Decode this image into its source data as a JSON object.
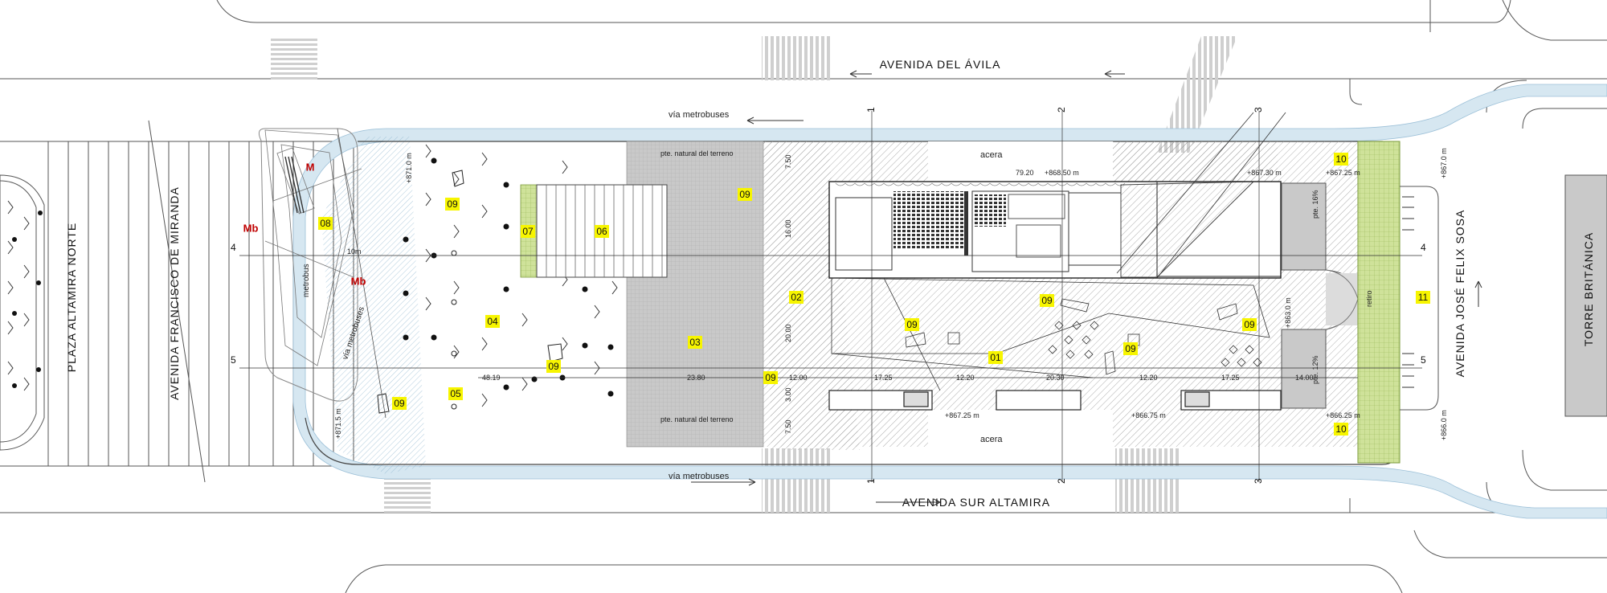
{
  "streets": {
    "top": "AVENIDA DEL ÁVILA",
    "bottom": "AVENIDA SUR ALTAMIRA",
    "left_avenue": "AVENIDA FRANCISCO DE MIRANDA",
    "left_plaza": "PLAZA ALTAMIRA NORTE",
    "right_avenue": "AVENIDA JOSÉ FELIX SOSA",
    "right_tower": "TORRE BRITÁNICA"
  },
  "lanes": {
    "top": "vía metrobuses",
    "bottom": "vía metrobuses",
    "diagonal": "vía metrobuses",
    "metrobus": "metrobus"
  },
  "sidewalks": {
    "top": "acera",
    "bottom": "acera"
  },
  "terrain": {
    "top": "pte. natural del terreno",
    "bottom": "pte. natural del terreno"
  },
  "slopes": {
    "top": "pte. 16%",
    "bottom": "pte. 12%",
    "retiro": "retiro"
  },
  "transit": {
    "m": "M",
    "mb1": "Mb",
    "mb2": "Mb"
  },
  "tags": {
    "t01": "01",
    "t02": "02",
    "t03": "03",
    "t04": "04",
    "t05": "05",
    "t06": "06",
    "t07": "07",
    "t08": "08",
    "t09a": "09",
    "t09b": "09",
    "t09c": "09",
    "t09d": "09",
    "t09e": "09",
    "t09f": "09",
    "t09g": "09",
    "t09h": "09",
    "t09i": "09",
    "t09j": "09",
    "t10a": "10",
    "t10b": "10",
    "t11": "11"
  },
  "axes": {
    "c1a": "1",
    "c1b": "1",
    "c2a": "2",
    "c2b": "2",
    "c3a": "3",
    "c3b": "3",
    "r4a": "4",
    "r4b": "4",
    "r5a": "5",
    "r5b": "5"
  },
  "levels": {
    "l868": "+868.50 m",
    "l867_30": "+867.30 m",
    "l867_25a": "+867.25 m",
    "l867_25b": "+867.25 m",
    "l866_75": "+866.75 m",
    "l866_25": "+866.25 m",
    "l867": "+867.0 m",
    "l866": "+866.0 m",
    "l871": "+871.0 m",
    "l871_5": "+871.5 m",
    "l863": "+863.0 m"
  },
  "dimensions": {
    "d79": "79.20",
    "d48": "48.19",
    "d23": "23.80",
    "d12a": "12.00",
    "d17a": "17.25",
    "d12b": "12.20",
    "d20": "20.30",
    "d12c": "12.20",
    "d17b": "17.25",
    "d14": "14.00",
    "d7a": "7.50",
    "d7b": "7.50",
    "d16": "16.00",
    "d20v": "20.00",
    "d3": "3.00",
    "d10m": "10m"
  }
}
